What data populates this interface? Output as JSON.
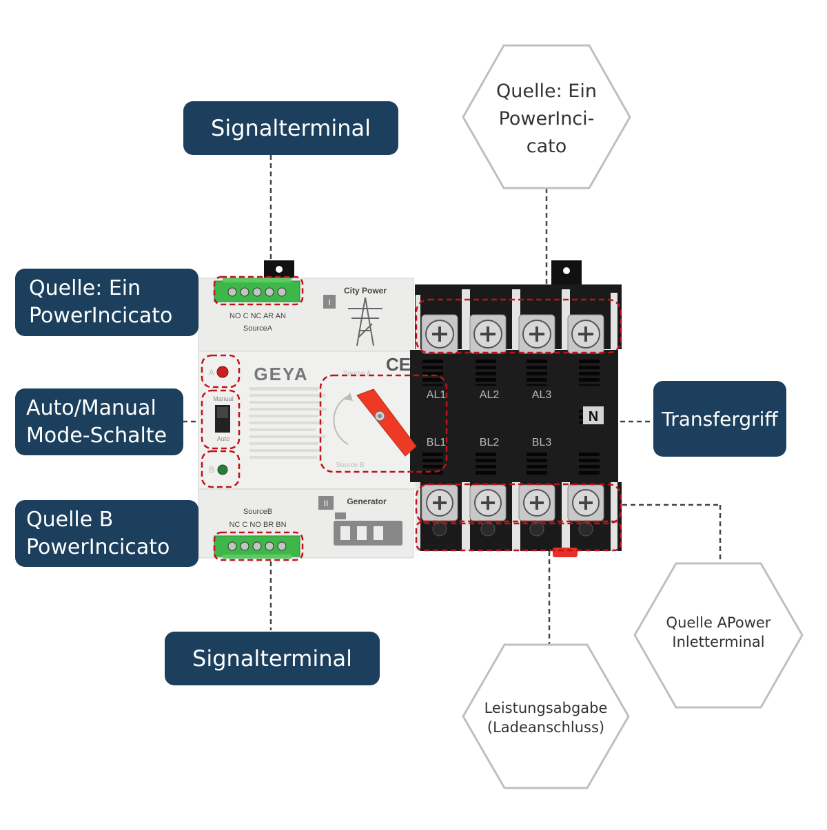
{
  "callouts": {
    "signal_top": "Signalterminal",
    "source_a_indicator": "Quelle: Ein\nPowerIncicato",
    "auto_manual": "Auto/Manual\nMode-Schalte",
    "source_b_indicator": "Quelle B\nPowerIncicato",
    "signal_bottom": "Signalterminal",
    "transfer_handle": "Transfergriff"
  },
  "hexagons": {
    "top_right": "Quelle: Ein\nPowerInci-\ncato",
    "inlet_terminal": "Quelle APower\nInletterminal",
    "power_output": "Leistungsabgabe\n(Ladeanschluss)"
  },
  "device": {
    "brand": "GEYA",
    "ce_mark": "CE",
    "source_a_header": "City Power",
    "source_a_roman": "I",
    "source_a_terminals": "NO  C  NC  AR  AN",
    "source_a_name": "SourceA",
    "source_b_header": "Generator",
    "source_b_roman": "II",
    "source_b_name": "SourceB",
    "source_b_terminals": "NC  C  NO  BR  BN",
    "handle_top_label": "Source A",
    "handle_bottom_label": "Source B",
    "mode_manual": "Manual",
    "mode_auto": "Auto",
    "indicator_a": "A",
    "indicator_b": "B",
    "neutral": "N",
    "phase_a": [
      "AL1",
      "AL2",
      "AL3"
    ],
    "phase_b": [
      "BL1",
      "BL2",
      "BL3"
    ]
  },
  "colors": {
    "callout_bg": "#1b3f5c",
    "highlight_dash": "#c0121b",
    "handle": "#ee3a24",
    "terminal_green": "#3fb64a",
    "body_black": "#1a1a1a",
    "body_grey": "#ececea"
  }
}
